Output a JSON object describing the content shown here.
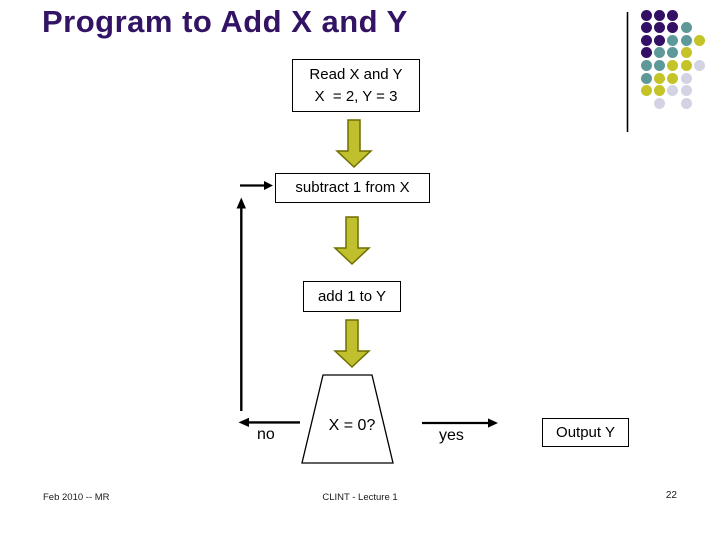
{
  "slide": {
    "title": "Program to Add X and Y"
  },
  "flowchart": {
    "read_box": {
      "line1": "Read X and Y",
      "line2": "X  = 2, Y = 3"
    },
    "subtract_box_label": "subtract 1 from X",
    "add_box_label": "add 1 to Y",
    "decision_label": "X = 0?",
    "branch_no_label": "no",
    "branch_yes_label": "yes",
    "output_box_label": "Output Y"
  },
  "footer": {
    "date": "Feb 2010 -- MR",
    "course": "CLINT - Lecture 1",
    "page_number": "22"
  },
  "colors": {
    "title": "#331464",
    "block_arrow_fill": "#C0C02E",
    "block_arrow_stroke": "#6E6E00",
    "connector": "#000000",
    "box_border": "#000000",
    "dot_purple": "#331065",
    "dot_teal": "#5E9999",
    "dot_yellow": "#C4C428",
    "dot_lavender": "#D3D3E3"
  },
  "decoration": {
    "dot_grid_rows": [
      "PPP..",
      "PPPT.",
      "PPTTY",
      "PTTY.",
      "TTYYL",
      "TYYL.",
      "YYLL.",
      ".L.L."
    ]
  }
}
